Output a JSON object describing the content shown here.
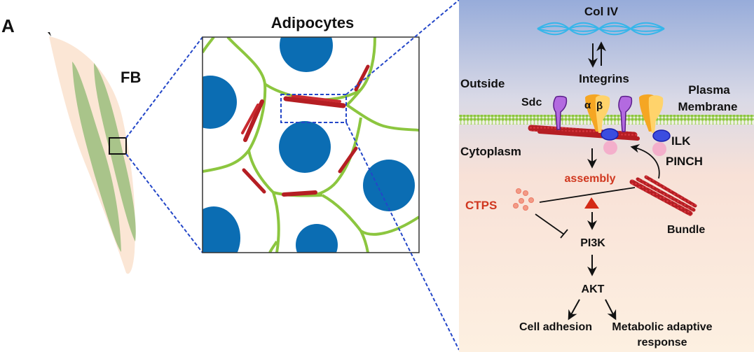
{
  "panel_label": "A",
  "organ": {
    "label": "FB"
  },
  "adipocytes": {
    "title": "Adipocytes"
  },
  "pathway": {
    "col_iv": "Col IV",
    "integrins": "Integrins",
    "outside": "Outside",
    "sdc": "Sdc",
    "alpha": "α",
    "beta": "β",
    "plasma_membrane_line1": "Plasma",
    "plasma_membrane_line2": "Membrane",
    "cytoplasm": "Cytoplasm",
    "ilk": "ILK",
    "pinch": "PINCH",
    "assembly": "assembly",
    "ctps": "CTPS",
    "bundle": "Bundle",
    "pi3k": "PI3K",
    "akt": "AKT",
    "cell_adhesion": "Cell adhesion",
    "metabolic_line1": "Metabolic adaptive",
    "metabolic_line2": "response"
  },
  "colors": {
    "ctps_red": "#d0371f",
    "membrane_green": "#8cc63f",
    "nucleus_blue": "#0b6db3",
    "filament_red": "#b51e23",
    "ilk_blue": "#3b4de0",
    "pinch_pink": "#f4a7c8",
    "sdc_purple": "#b36ae0",
    "integrin_orange": "#f5a623",
    "integrin_yellow": "#ffd36b",
    "col_iv_blue": "#35b6ea",
    "zoom_line_blue": "#2447c8"
  }
}
